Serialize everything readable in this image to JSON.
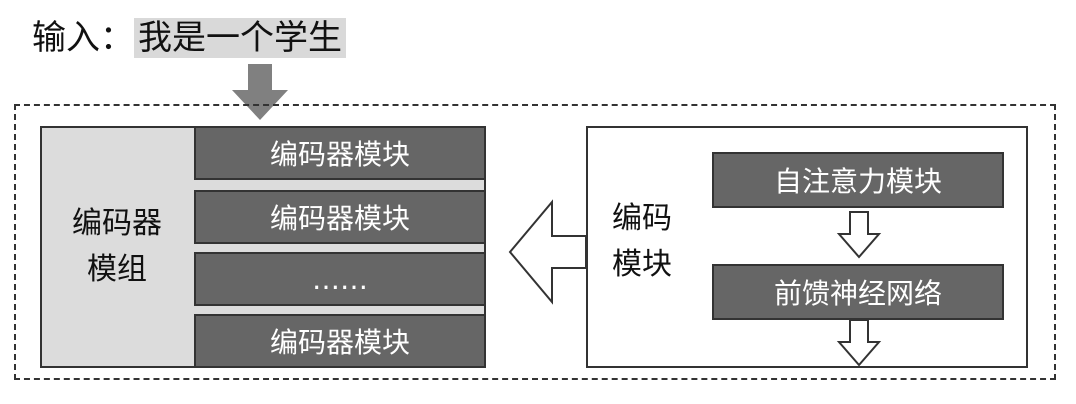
{
  "input": {
    "label": "输入：",
    "sentence": "我是一个学生"
  },
  "encoder_group": {
    "label": "编码器模组",
    "blocks": [
      "编码器模块",
      "编码器模块",
      "……",
      "编码器模块"
    ]
  },
  "encoding_module": {
    "label": "编码模块",
    "sub_blocks": [
      "自注意力模块",
      "前馈神经网络"
    ]
  },
  "colors": {
    "block_fill": "#666666",
    "group_fill": "#dcdcdc",
    "input_highlight": "#d9d9d9",
    "arrow_fill": "#808080"
  }
}
